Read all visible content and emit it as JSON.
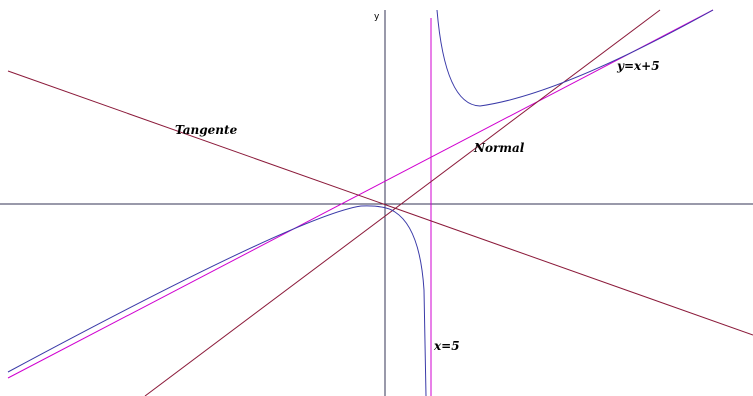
{
  "chart_data": {
    "type": "line",
    "axis_labels": {
      "y": "y"
    },
    "annotations": {
      "tangent": "Tangente",
      "normal": "Normal",
      "asymptote_oblique": "y=x+5",
      "asymptote_vertical": "x=5"
    },
    "colors": {
      "axes": "#333355",
      "curve": "#3a3aa8",
      "asymptote": "#d000d0",
      "tangent": "#8b1a3a",
      "normal": "#8b1a3a"
    }
  }
}
